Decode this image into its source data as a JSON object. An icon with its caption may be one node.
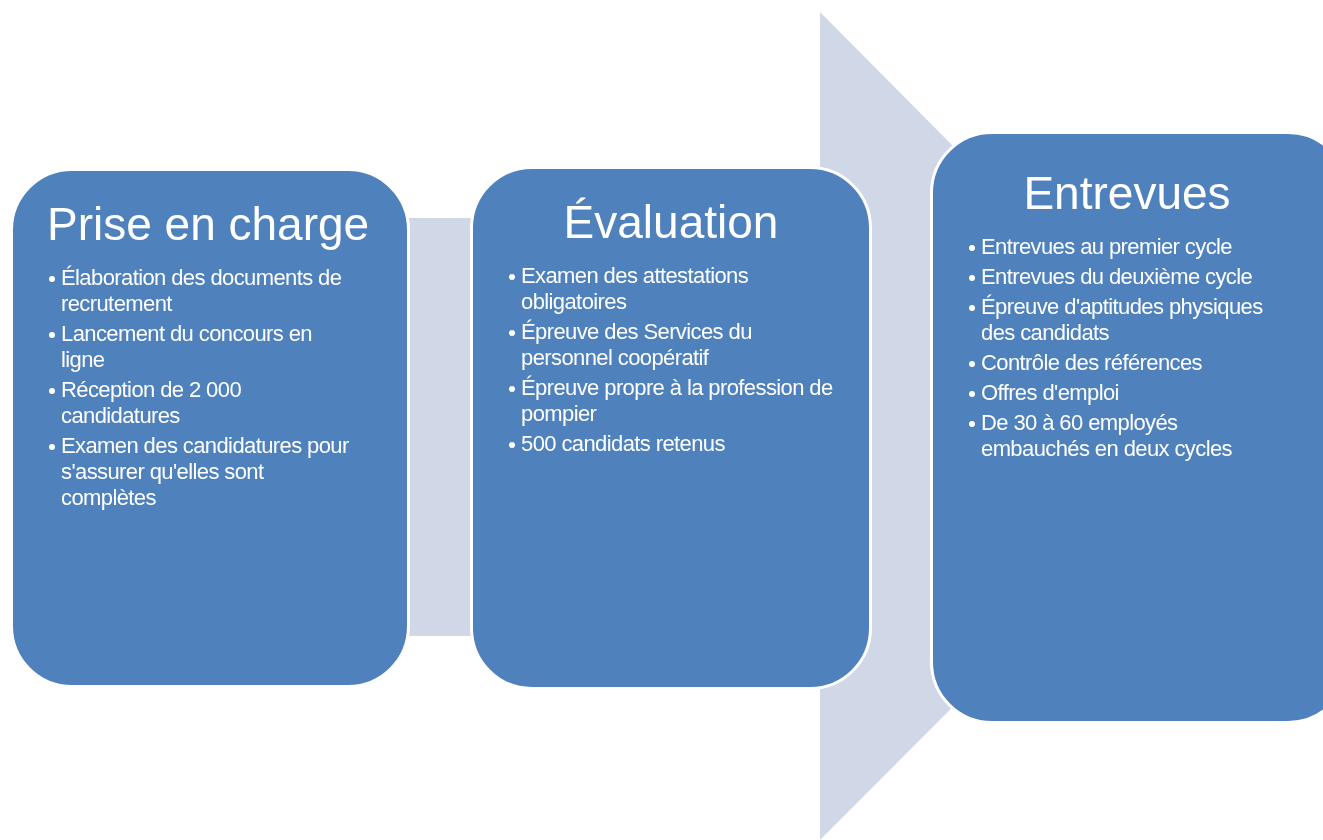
{
  "diagram": {
    "nodes": [
      {
        "text": [
          "Prise en charge",
          "Élaboration des documents de recrutement",
          "Lancement du concours en ligne",
          "Réception de 2 000 candidatures",
          "Examen des candidatures pour s'assurer qu'elles sont complètes"
        ]
      },
      {
        "text": [
          "Évaluation",
          "Examen des attestations obligatoires",
          "Épreuve des Services du personnel coopératif",
          "Épreuve propre à la profession de pompier",
          "500 candidats retenus"
        ]
      },
      {
        "text": [
          "Entrevues",
          "Entrevues au premier cycle",
          "Entrevues du deuxième cycle",
          "Épreuve d'aptitudes physiques des candidats",
          "Contrôle des références",
          "Offres d'emploi",
          "De 30 à 60 employés embauchés en deux cycles"
        ]
      }
    ],
    "edges": [
      {
        "from": 0,
        "to": 2,
        "arrow": "to",
        "style": "thick",
        "color": "#d0d8e8"
      }
    ]
  }
}
